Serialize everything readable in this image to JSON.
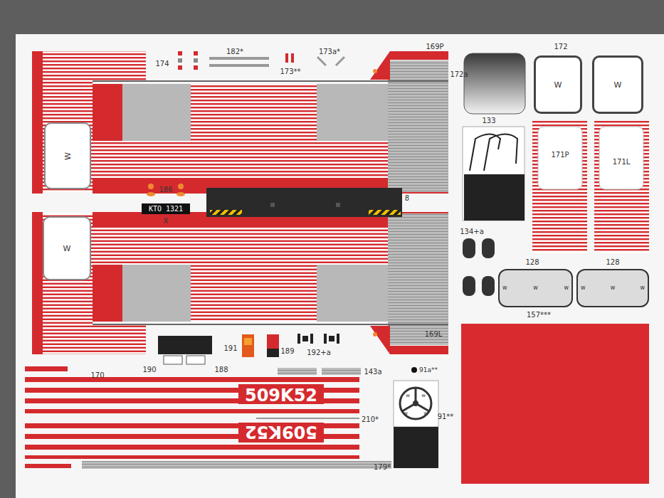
{
  "diagram": {
    "nodes": [
      {
        "text": [
          "W"
        ]
      },
      {
        "text": [
          "W"
        ]
      },
      {
        "text": [
          "W"
        ]
      },
      {
        "text": [
          "W"
        ]
      },
      {
        "text": [
          "KTO 1321"
        ]
      },
      {
        "text": [
          "w",
          "w",
          "w"
        ]
      },
      {
        "text": [
          "w",
          "w",
          "w"
        ]
      }
    ],
    "labels": [
      "174",
      "182*",
      "173**",
      "173a*",
      "169P",
      "172a",
      "172",
      "133",
      "171P",
      "171L",
      "186",
      "X",
      "8",
      "134+a",
      "128",
      "128",
      "157***",
      "191",
      "189",
      "192+a",
      "190",
      "188",
      "143a",
      "169L",
      "170",
      "91a**",
      "509K52",
      "210*",
      "91**",
      "509K52",
      "179*",
      "w",
      "w",
      "w",
      "w"
    ]
  }
}
